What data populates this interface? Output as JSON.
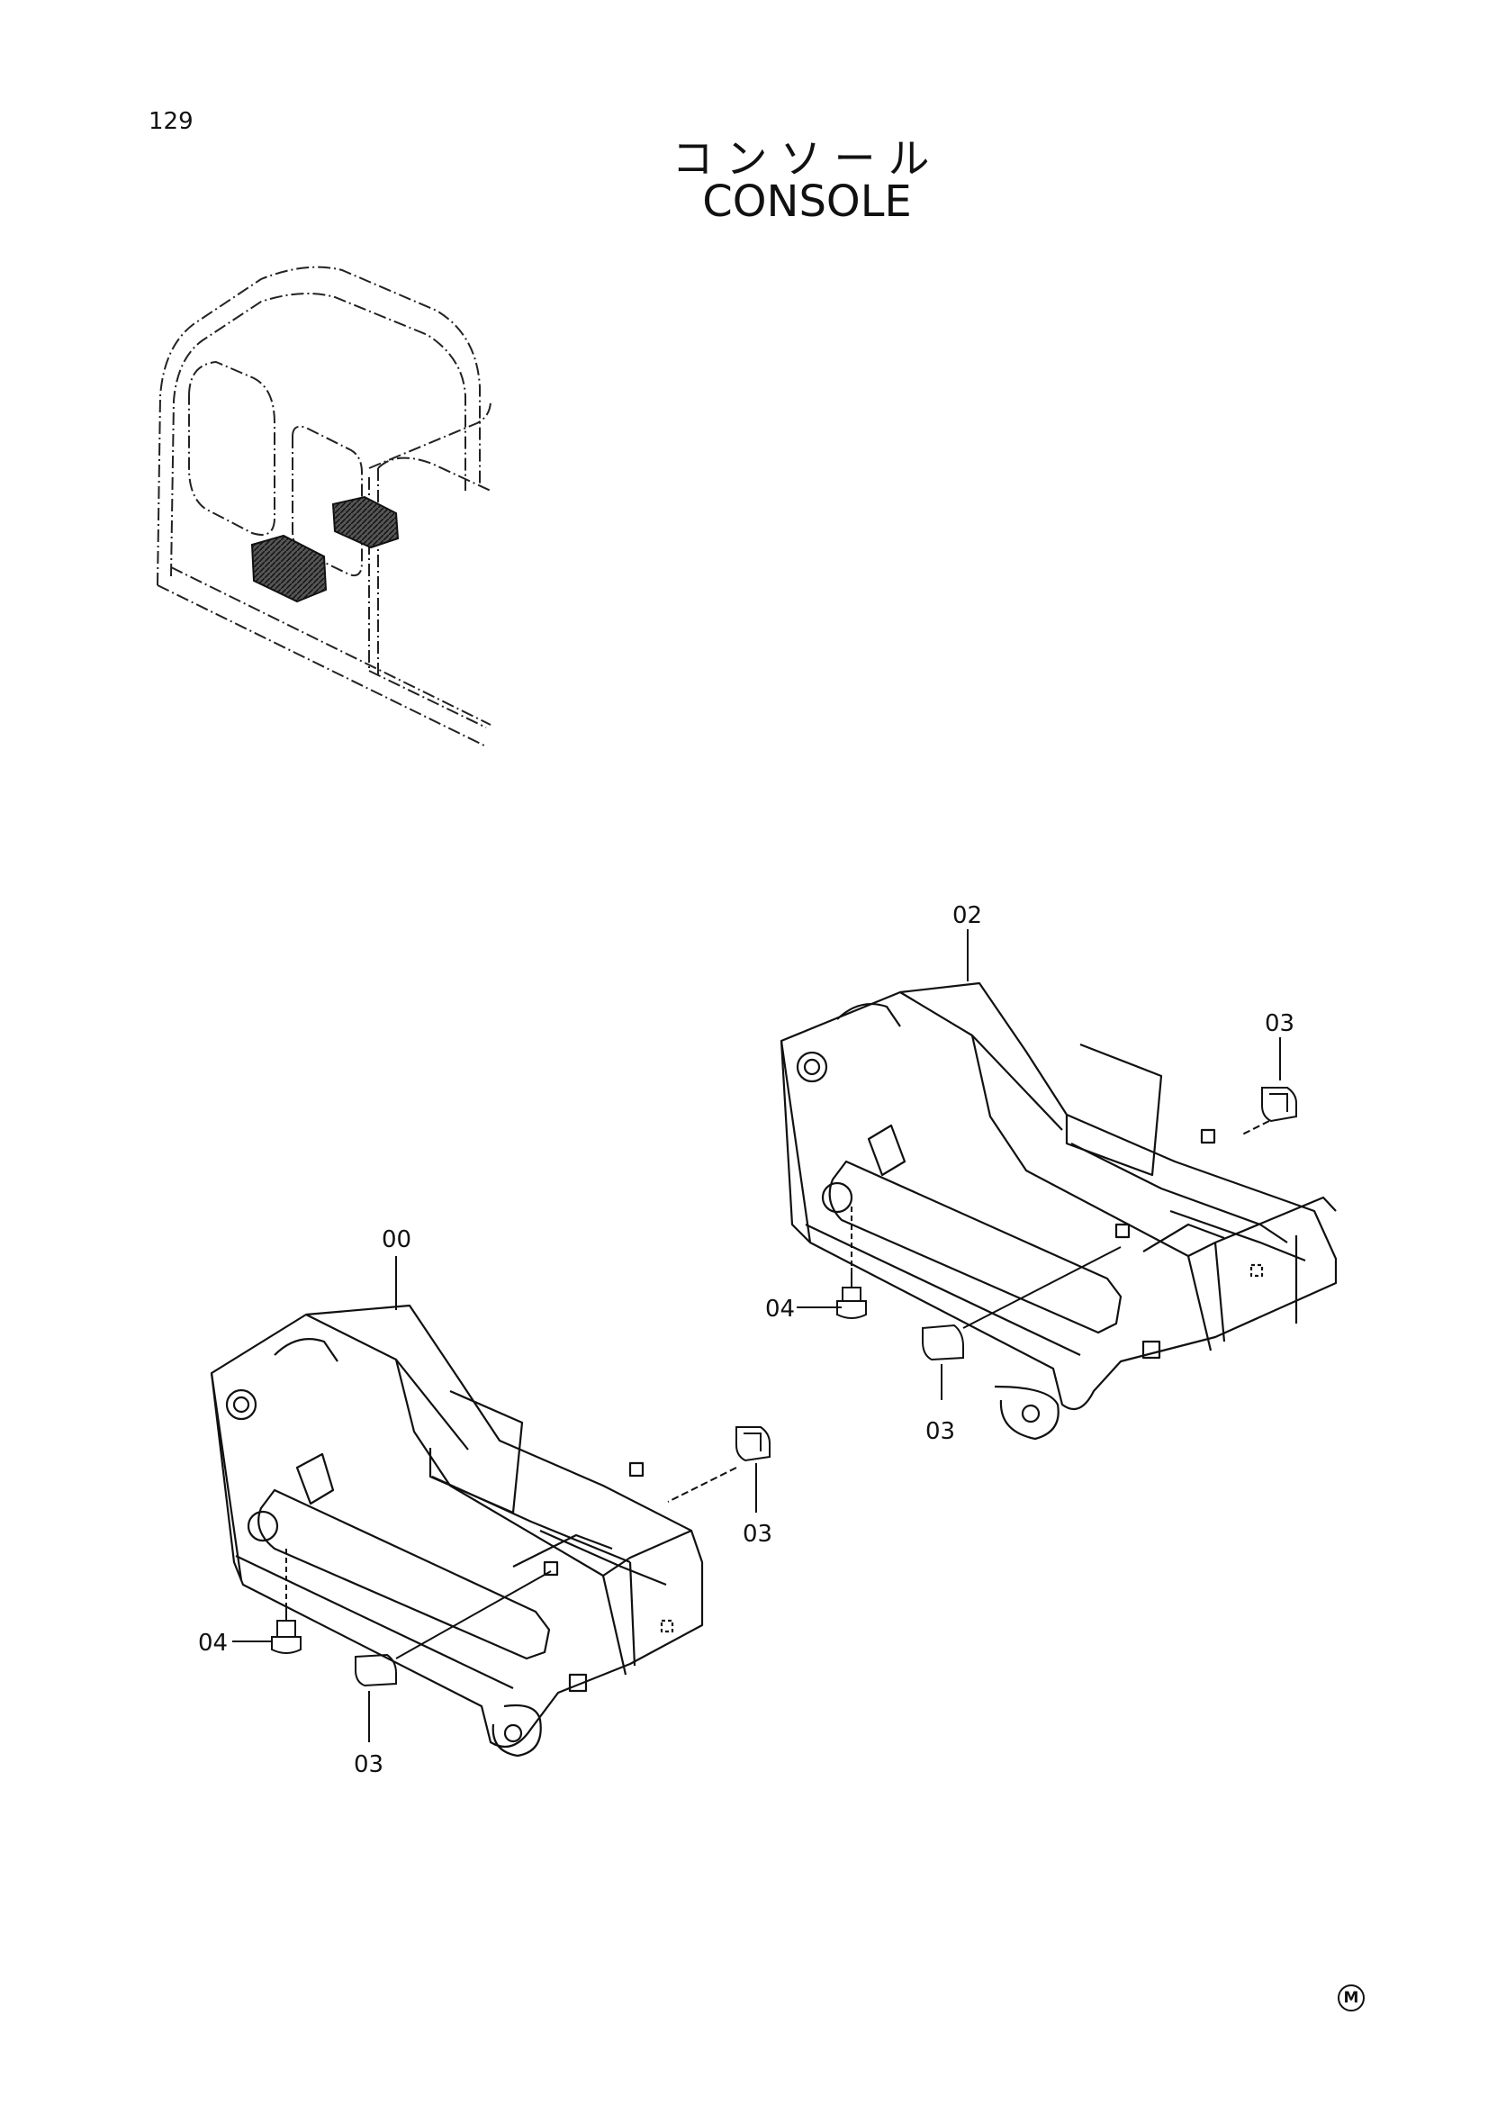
{
  "header": {
    "page_number": "129",
    "title_jp": "コンソール",
    "title_en": "CONSOLE"
  },
  "callouts": {
    "c02": "02",
    "c03_top_right": "03",
    "c04_right": "04",
    "c03_right_bottom": "03",
    "c00": "00",
    "c03_left_right": "03",
    "c04_left": "04",
    "c03_left_bottom": "03"
  },
  "footer": {
    "mark": "M"
  }
}
